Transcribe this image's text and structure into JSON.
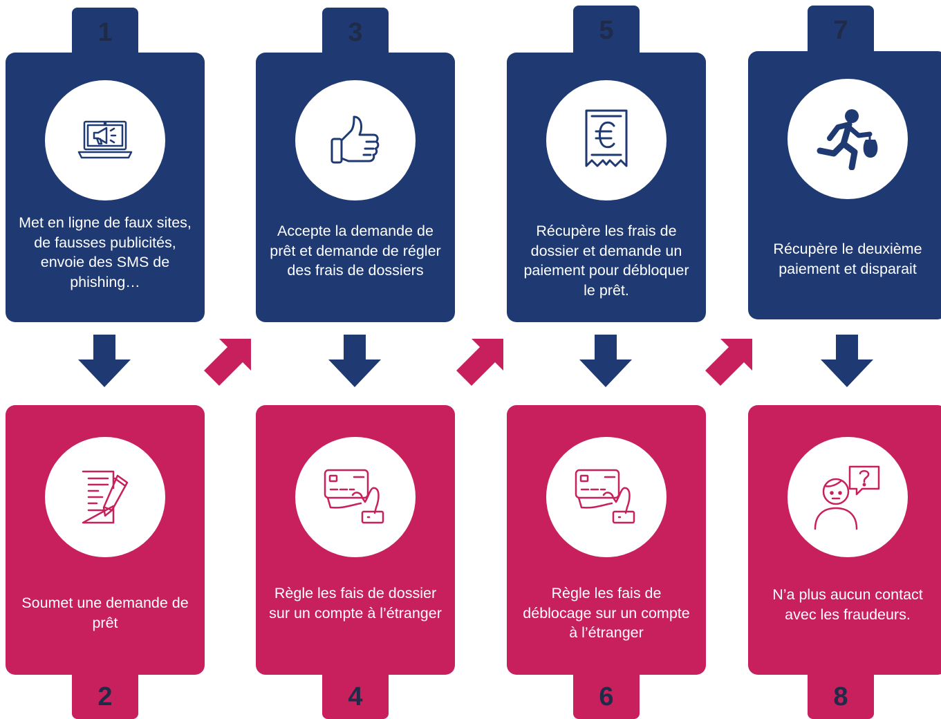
{
  "colors": {
    "blue": "#1f3a72",
    "pink": "#c8205c",
    "number_text": "#1f2b49"
  },
  "steps": [
    {
      "number": "1",
      "text": "Met en ligne de faux sites, de fausses publicités, envoie des SMS de phishing…",
      "icon": "laptop-megaphone-icon"
    },
    {
      "number": "2",
      "text": "Soumet une demande de prêt",
      "icon": "document-pencil-icon"
    },
    {
      "number": "3",
      "text": "Accepte la demande de prêt et demande de régler des frais de dossiers",
      "icon": "thumbs-up-icon"
    },
    {
      "number": "4",
      "text": "Règle les fais de dossier sur un compte à l’étranger",
      "icon": "hand-credit-card-icon"
    },
    {
      "number": "5",
      "text": "Récupère les frais de dossier et demande un paiement pour débloquer le prêt.",
      "icon": "euro-receipt-icon"
    },
    {
      "number": "6",
      "text": "Règle les fais de déblocage sur un compte à l’étranger",
      "icon": "hand-credit-card-icon"
    },
    {
      "number": "7",
      "text": "Récupère le deuxième paiement et disparait",
      "icon": "running-thief-icon"
    },
    {
      "number": "8",
      "text": "N’a plus aucun contact avec les fraudeurs.",
      "icon": "confused-person-icon"
    }
  ]
}
